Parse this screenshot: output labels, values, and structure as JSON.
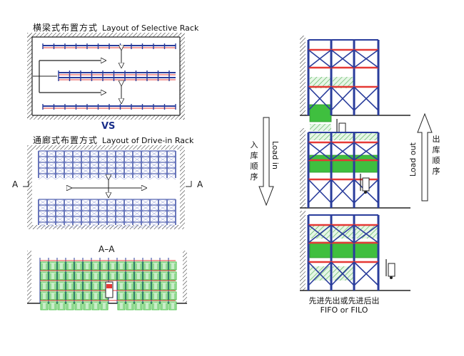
{
  "selective": {
    "title_cn": "横梁式布置方式",
    "title_en": "Layout of Selective Rack"
  },
  "vs_label": "VS",
  "drive_in": {
    "title_cn": "通廊式布置方式",
    "title_en": "Layout of Drive-in Rack"
  },
  "section": {
    "left_marker": "A",
    "right_marker": "A",
    "label": "A–A"
  },
  "load_in": {
    "cn": [
      "入",
      "库",
      "顺",
      "序"
    ],
    "en": "Load in"
  },
  "load_out": {
    "cn": [
      "出",
      "库",
      "顺",
      "序"
    ],
    "en": "Load out"
  },
  "caption": {
    "cn": "先进先出或先进后出",
    "en": "FIFO  or FILO"
  },
  "colors": {
    "rack_blue": "#2a3d9c",
    "beam_red": "#e53935",
    "pallet_green": "#3fbf3f",
    "pallet_light": "#c9ecc9"
  }
}
